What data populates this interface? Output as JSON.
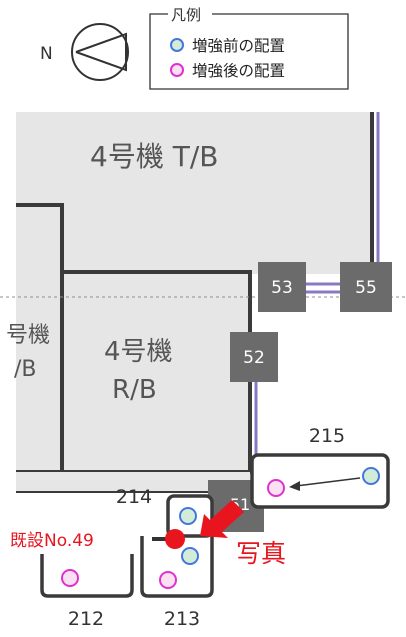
{
  "compass": {
    "north_label": "N"
  },
  "legend": {
    "title": "凡例",
    "items": [
      {
        "label": "増強前の配置",
        "color": "#4477dd",
        "fill": "#d2ecd8"
      },
      {
        "label": "増強後の配置",
        "color": "#dd33cc",
        "fill": "#fbe0f4"
      }
    ]
  },
  "buildings": {
    "tb_label": "4号機 T/B",
    "rb_label_1": "4号機",
    "rb_label_2": "R/B",
    "left_label_1": "号機",
    "left_label_2": "/B"
  },
  "boxes": {
    "b53": "53",
    "b55": "55",
    "b52": "52",
    "b51": "51"
  },
  "areas": {
    "a215": "215",
    "a214": "214",
    "a212": "212",
    "a213": "213"
  },
  "annotations": {
    "existing": "既設No.49",
    "photo": "写真"
  },
  "colors": {
    "building_fill": "#e6e6e6",
    "outline": "#3a3a3a",
    "box_fill": "#6b6b6b",
    "pipe": "#8a78c4",
    "accent_red": "#e8141e"
  }
}
